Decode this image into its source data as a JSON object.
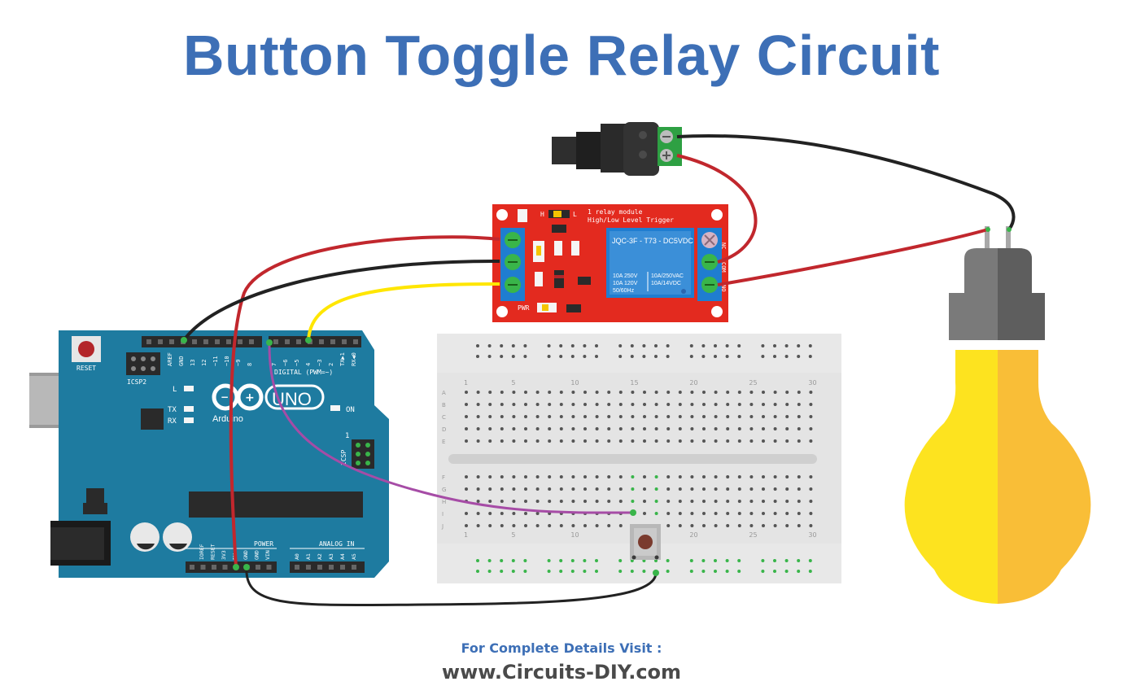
{
  "title": "Button Toggle Relay Circuit",
  "footer": {
    "line1": "For Complete Details Visit :",
    "line2": "www.Circuits-DIY.com"
  },
  "relay_module": {
    "label_line1": "1 relay module",
    "label_line2": "High/Low Level Trigger",
    "jumper_h": "H",
    "jumper_l": "L",
    "pwr": "PWR",
    "relay_model": "JQC-3F - T73 - DC5VDC",
    "rating_left": [
      "10A 250V",
      "10A 120V",
      "50/60Hz"
    ],
    "rating_right": [
      "10A/250VAC",
      "10A/14VDC"
    ],
    "pin_nc": "NC",
    "pin_com": "COM",
    "pin_no": "NO"
  },
  "arduino": {
    "reset": "RESET",
    "icsp2": "ICSP2",
    "aref": "AREF",
    "gnd": "GND",
    "pins_top": [
      "13",
      "12",
      "~11",
      "~10",
      "~9",
      "8",
      "7",
      "~6",
      "~5",
      "4",
      "~3",
      "2",
      "TX▶1",
      "RX◀0"
    ],
    "digital": "DIGITAL (PWM=~)",
    "logo": "UNO",
    "brand": "Arduino",
    "tx": "TX",
    "rx": "RX",
    "l": "L",
    "on": "ON",
    "icsp": "ICSP",
    "icsp_1": "1",
    "power": "POWER",
    "analog_in": "ANALOG IN",
    "power_pins": [
      "IOREF",
      "RESET",
      "3V3",
      "5V",
      "GND",
      "GND",
      "VIN"
    ],
    "analog_pins": [
      "A0",
      "A1",
      "A2",
      "A3",
      "A4",
      "A5"
    ]
  },
  "breadboard": {
    "col_numbers": [
      "1",
      "5",
      "10",
      "15",
      "20",
      "25",
      "30"
    ],
    "row_letters_top": [
      "A",
      "B",
      "C",
      "D",
      "E"
    ],
    "row_letters_bottom": [
      "F",
      "G",
      "H",
      "I",
      "J"
    ]
  },
  "colors": {
    "title": "#3d6fb6",
    "wire_red": "#c1272d",
    "wire_black": "#222222",
    "wire_yellow": "#ffe600",
    "wire_purple": "#a64ca6",
    "arduino": "#1e7ba0",
    "relay_board": "#e32a1f",
    "bulb_yellow": "#fde31f",
    "bulb_orange": "#f9be37"
  }
}
